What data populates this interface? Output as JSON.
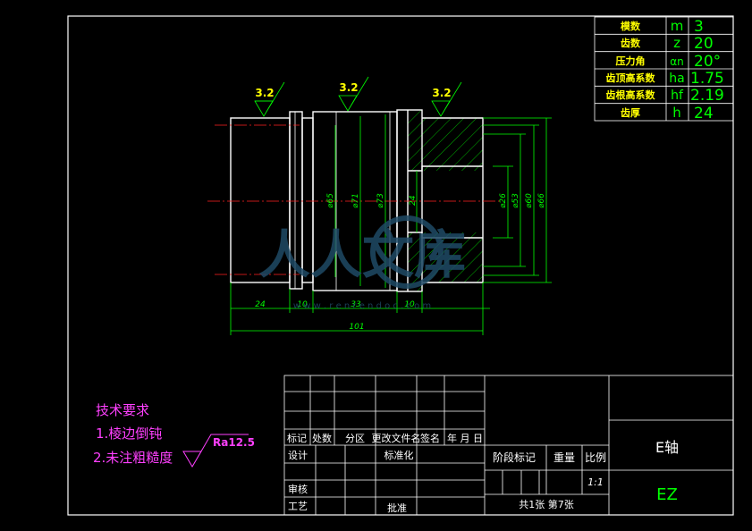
{
  "gear_table": {
    "rows": [
      {
        "label": "模数",
        "symbol": "m",
        "value": "3"
      },
      {
        "label": "齿数",
        "symbol": "z",
        "value": "20"
      },
      {
        "label": "压力角",
        "symbol": "αn",
        "value": "20°"
      },
      {
        "label": "齿顶高系数",
        "symbol": "ha",
        "value": "1.75"
      },
      {
        "label": "齿根高系数",
        "symbol": "hf",
        "value": "2.19"
      },
      {
        "label": "齿厚",
        "symbol": "h",
        "value": "24"
      }
    ]
  },
  "roughness": [
    "3.2",
    "3.2",
    "3.2"
  ],
  "dimensions": {
    "diam_65": "⌀65",
    "diam_71": "⌀71",
    "diam_73": "⌀73",
    "inner_24": "24",
    "diam_26": "⌀26",
    "diam_53": "⌀53",
    "diam_60": "⌀60",
    "diam_66": "⌀66",
    "len_24": "24",
    "len_10a": "10",
    "len_33": "33",
    "len_10b": "10",
    "len_101": "101"
  },
  "watermark": {
    "text": "人人文库",
    "url": "w w w . r e n r e n d o c . c o m"
  },
  "notes": {
    "title": "技术要求",
    "line1": "1.棱边倒钝",
    "line2": "2.未注粗糙度",
    "ra": "Ra12.5"
  },
  "title_block": {
    "row_labels": [
      "标记",
      "处数",
      "分区",
      "更改文件名",
      "签名",
      "年 月 日"
    ],
    "design": "设计",
    "standard": "标准化",
    "review": "审核",
    "process": "工艺",
    "approve": "批准",
    "stage_mark": "阶段标记",
    "weight": "重量",
    "scale_label": "比例",
    "scale_value": "1:1",
    "sheet": "共1张  第7张",
    "part_name": "E轴",
    "code": "EZ"
  }
}
